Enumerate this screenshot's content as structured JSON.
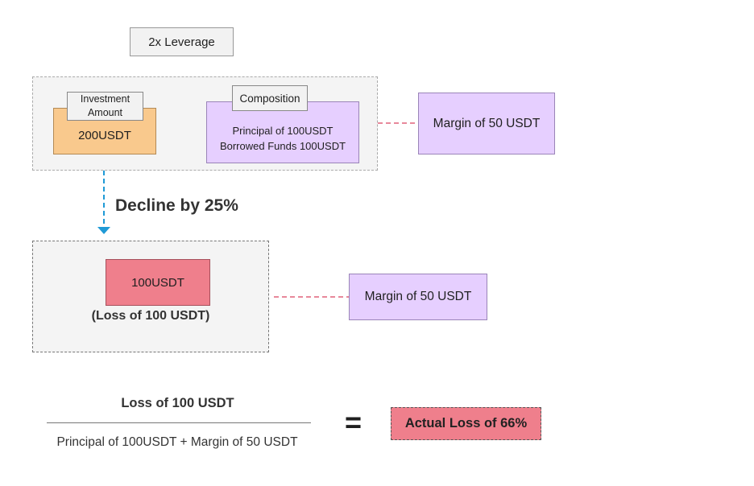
{
  "leverage_label": "2x Leverage",
  "investment": {
    "label_line1": "Investment",
    "label_line2": "Amount",
    "value": "200USDT"
  },
  "composition": {
    "label": "Composition",
    "principal": "Principal of 100USDT",
    "borrowed": "Borrowed Funds 100USDT"
  },
  "margin_top": "Margin of 50 USDT",
  "decline_text": "Decline by 25%",
  "result": {
    "value": "100USDT",
    "loss": "(Loss of 100 USDT)"
  },
  "margin_bottom": "Margin of 50 USDT",
  "formula": {
    "numerator": "Loss of 100 USDT",
    "denominator": "Principal of 100USDT + Margin of 50 USDT",
    "equals": "=",
    "result": "Actual Loss of 66%"
  },
  "colors": {
    "investment_fill": "#f9c98d",
    "composition_fill": "#e6cfff",
    "loss_fill": "#ef7f8c",
    "blue_connector": "#1f9ad6",
    "red_connector": "#e0607a"
  }
}
